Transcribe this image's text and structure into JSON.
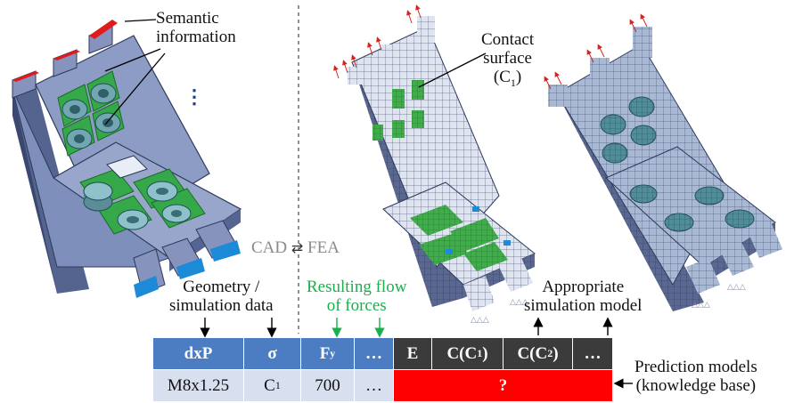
{
  "labels": {
    "semantic_info": "Semantic\ninformation",
    "dots": "⋮",
    "contact_surface_l1": "Contact",
    "contact_surface_l2": "surface",
    "contact_surface_l3": "(C",
    "contact_surface_sub": "1",
    "contact_surface_end": ")",
    "cad": "CAD",
    "swap": "⇄",
    "fea": "FEA",
    "geometry_l1": "Geometry /",
    "geometry_l2": "simulation data",
    "flow_l1": "Resulting flow",
    "flow_l2": "of forces",
    "appropriate_l1": "Appropriate",
    "appropriate_l2": "simulation model",
    "prediction_l1": "Prediction models",
    "prediction_l2": "(knowledge base)"
  },
  "table": {
    "header": {
      "dxp": "dxP",
      "sigma": "σ",
      "fy_main": "F",
      "fy_sub": "y",
      "dots_in": "…",
      "e": "E",
      "cc1_main": "C(C",
      "cc1_sub": "1",
      "cc1_end": ")",
      "cc2_main": "C(C",
      "cc2_sub": "2",
      "cc2_end": ")",
      "dots_out": "…"
    },
    "row": {
      "dxp": "M8x1.25",
      "sigma_main": "C",
      "sigma_sub": "1",
      "fy": "700",
      "dots": "…",
      "unknown": "?"
    }
  },
  "colors": {
    "blue": "#4c7dc2",
    "dark": "#3b3b3b",
    "light": "#d8e0ef",
    "red": "#ff0000",
    "green": "#19b04b"
  }
}
